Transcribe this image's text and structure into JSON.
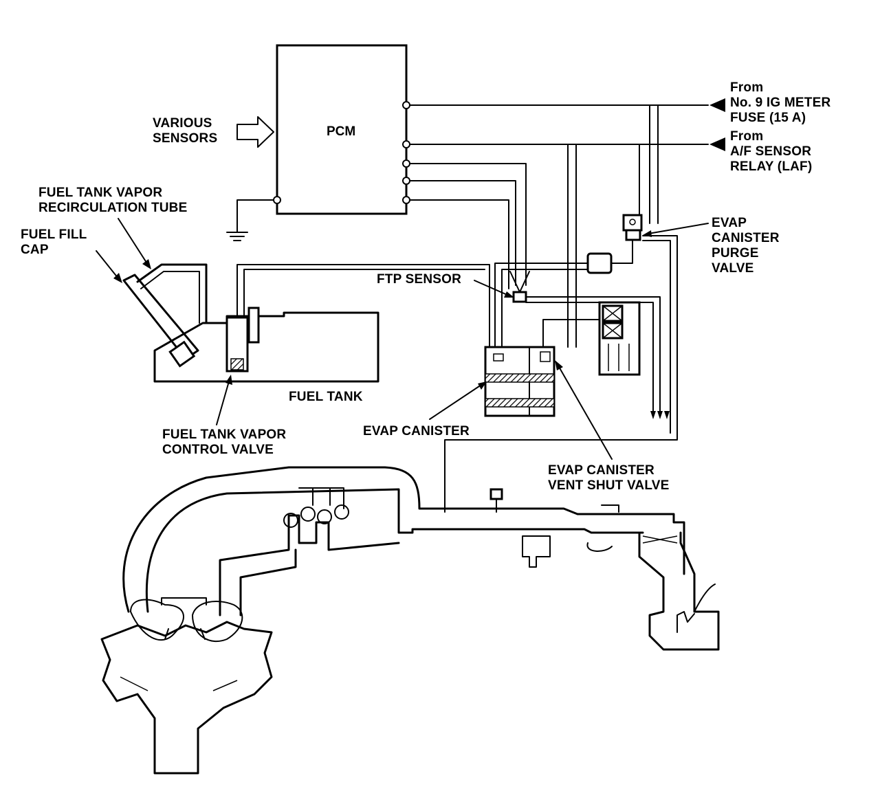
{
  "labels": {
    "pcm": "PCM",
    "various_sensors": [
      "VARIOUS",
      "SENSORS"
    ],
    "from_fuse": [
      "From",
      "No. 9 IG METER",
      "FUSE (15 A)"
    ],
    "from_relay": [
      "From",
      "A/F SENSOR",
      "RELAY (LAF)"
    ],
    "recirc_tube": [
      "FUEL TANK VAPOR",
      "RECIRCULATION TUBE"
    ],
    "fill_cap": [
      "FUEL FILL",
      "CAP"
    ],
    "purge_valve": [
      "EVAP",
      "CANISTER",
      "PURGE",
      "VALVE"
    ],
    "ftp_sensor": "FTP SENSOR",
    "fuel_tank": "FUEL TANK",
    "control_valve": [
      "FUEL TANK VAPOR",
      "CONTROL VALVE"
    ],
    "canister": "EVAP CANISTER",
    "vent_shut_valve": [
      "EVAP CANISTER",
      "VENT SHUT VALVE"
    ]
  }
}
